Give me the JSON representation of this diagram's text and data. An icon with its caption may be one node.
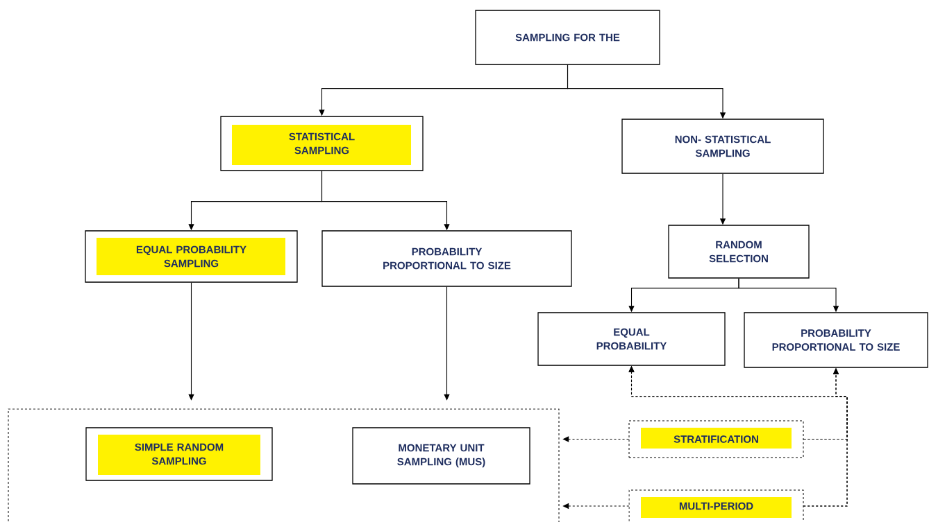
{
  "diagram": {
    "nodes": [
      {
        "text": [
          "SAMPLING FOR THE"
        ]
      },
      {
        "text": [
          "STATISTICAL SAMPLING"
        ]
      },
      {
        "text": [
          "NON- STATISTICAL SAMPLING"
        ]
      },
      {
        "text": [
          "EQUAL PROBABILITY SAMPLING"
        ]
      },
      {
        "text": [
          "PROBABILITY PROPORTIONAL TO SIZE"
        ]
      },
      {
        "text": [
          "RANDOM SELECTION"
        ]
      },
      {
        "text": [
          "EQUAL PROBABILITY"
        ]
      },
      {
        "text": [
          "PROBABILITY PROPORTIONAL TO SIZE"
        ]
      },
      {
        "text": [],
        "shape": "box"
      },
      {
        "text": [
          "SIMPLE RANDOM SAMPLING"
        ],
        "in": 8
      },
      {
        "text": [
          "MONETARY UNIT SAMPLING (MUS)"
        ],
        "in": 8
      },
      {
        "text": [
          "STRATIFICATION"
        ]
      },
      {
        "text": [
          "MULTI-PERIOD"
        ]
      }
    ],
    "edges": [
      {
        "from": 0,
        "to": 1,
        "arrow": "to"
      },
      {
        "from": 0,
        "to": 2,
        "arrow": "to"
      },
      {
        "from": 1,
        "to": 3,
        "arrow": "to"
      },
      {
        "from": 1,
        "to": 4,
        "arrow": "to"
      },
      {
        "from": 2,
        "to": 5,
        "arrow": "to"
      },
      {
        "from": 5,
        "to": 6,
        "arrow": "to"
      },
      {
        "from": 5,
        "to": 7,
        "arrow": "to"
      },
      {
        "from": 3,
        "to": 8,
        "arrow": "to"
      },
      {
        "from": 4,
        "to": 8,
        "arrow": "to"
      },
      {
        "from": 11,
        "to": 8,
        "arrow": "to",
        "style": "dashed"
      },
      {
        "from": 12,
        "to": 8,
        "arrow": "to",
        "style": "dashed"
      },
      {
        "from": 11,
        "to": 6,
        "arrow": "to",
        "style": "dashed"
      },
      {
        "from": 11,
        "to": 7,
        "arrow": "to",
        "style": "dashed"
      },
      {
        "from": 12,
        "to": 6,
        "arrow": "to",
        "style": "dashed"
      },
      {
        "from": 12,
        "to": 7,
        "arrow": "to",
        "style": "dashed"
      }
    ]
  }
}
